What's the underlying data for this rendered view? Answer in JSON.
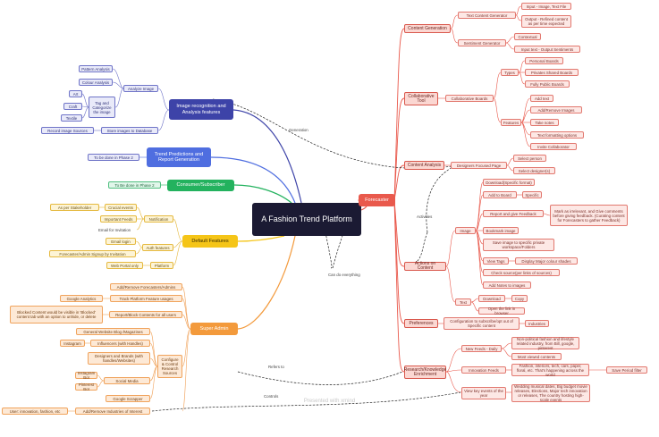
{
  "central": "A Fashion Trend Platform",
  "forecaster": "Forecaster",
  "footer": "Presented with xmind",
  "hubs": {
    "image_recognition": "Image recognition and Analysis features",
    "trend_predictions": "Trend Predictions and Report Generation",
    "consumer": "Consumer/Subscriber",
    "default_features": "Default Features",
    "super_admin": "Super Admin"
  },
  "relations": {
    "generation": "Generation",
    "can_do_everything": "Can do everything",
    "activities": "Activities",
    "refers_to": "Refers to",
    "controls": "Controls"
  },
  "right": {
    "content_generation": "Content Generation",
    "text_content_generator": "Text Content Generator",
    "input_image_text_file": "Input - Image, Text File",
    "output_refined_content": "Output - Refined content as per time expected",
    "sentiment_generator": "Sentiment Generator",
    "contextual": "Contextual",
    "input_text_output_sentiments": "Input text - Output Sentiments",
    "collaborative_tool": "Collaborative Tool",
    "collaborative_boards": "Collaborative Boards",
    "types": "Types",
    "personal_boards": "Personal Boards",
    "privates_shared_boards": "Privates Shared Boards",
    "fully_public_boards": "Fully Public Boards",
    "features": "Features",
    "add_text": "Add text",
    "add_remove_images": "Add/Remove Images",
    "take_notes": "Take notes",
    "text_formatting_options": "Text formatting options",
    "invite_collaborator": "Invite Collaborator",
    "content_analysis": "Content Analysis",
    "designers_focused_page": "Designers Focused Page",
    "select_person": "Select person",
    "select_designers": "Select designer(s)",
    "actions_on_content": "Actions on Content",
    "image": "Image",
    "download_specific_format": "Download(Specific format)",
    "add_to_board": "Add to Board",
    "specific": "Specific",
    "report_and_give_feedback": "Report and give Feedback",
    "mark_irrelevant": "Mark as irrelevant, and Give comments before giving feedback. (Curating content for Forecasters to gather Feedback)",
    "bookmark_image": "Bookmark image",
    "save_image": "Save image to specific private workspace/Folders",
    "view_tags": "View Tags",
    "display_major_colour_shades": "Display Major colour shades",
    "check_source": "Check source(per links of sources)",
    "add_notes_to_images": "Add Notes to images",
    "text": "Text",
    "download": "Download",
    "copy": "Copy",
    "open_link_in_browser": "Open the link in browser",
    "preferences": "Preferences",
    "configuration": "Configuration to subscribe/opt out of Specific content",
    "industries": "Industries",
    "research_knowledge": "Research/Knowledge Enrichment",
    "new_feeds_daily": "New Feeds - Daily",
    "non_political_fashion": "Non-political fashion and lifestyle related industry, from Bill, google, pinterest",
    "most_viewed_contents": "Most viewed contents",
    "innovation_feeds": "Innovation Feeds",
    "fashion_interiors": "Fashion, interiors, tech, cars, paper, floral, etc. That's happening across the world",
    "save_period_filter": "Save Period filter",
    "key_events": "View key events of the year",
    "wedding_musical": "Wedding musical dates, Big budget movie releases, Elections, Major tech innovation or releases, The country hosting high-scale events"
  },
  "left_image": {
    "pattern_analysis": "Pattern Analysis",
    "colour_analysis": "Colour Analysis",
    "analyze_image": "Analyze Image",
    "art": "Art",
    "craft": "Craft",
    "textile": "Textile",
    "tag_and_categorize": "Tag and Categorize the image",
    "record_image_sources": "Record image Sources",
    "store_images": "Store images to Database"
  },
  "left_trend": {
    "phase2_a": "To be done in Phase 2",
    "phase2_b": "To Be done in Phase 2"
  },
  "left_default": {
    "notification": "Notification",
    "as_per_stakeholder": "As per Stakeholder",
    "crucial_events": "Crucial events",
    "important_feeds": "Important Feeds",
    "email_for_invitation": "Email for Invitation",
    "email_login": "Email login",
    "auth_features": "Auth features",
    "forecaster_admin_signup": "Forecaster/Admin Signup by Invitation",
    "web_portal_only": "Web Portal only",
    "platform": "Platform"
  },
  "left_admin": {
    "add_remove_forecasters": "Add/Remove Forecasters/Admins",
    "track_platform_usages": "Track Platform Feature usages",
    "google_analytics": "Google Analytics",
    "report_block_contents": "Report/Block Contents for all users",
    "blocked_content": "Blocked Content would be visible in 'Blocked' content tab with an option to unhide, or delete",
    "general_website_blog": "General Website Blog /Magazines",
    "instagram": "Instagram",
    "influencers": "Influencers (with Handles)",
    "designers_brands": "Designers and Brands (with handles/Websites)",
    "instagram_bot": "Instagram Bot",
    "pinterest_bot": "Pinterest Bot",
    "social_media": "Social Media",
    "configure_control": "Configure & Control Research Sources",
    "google_scrapper": "Google Scrapper",
    "user_innovation": "User: innovation, fashion, etc",
    "add_remove_industries": "Add/Remove Industries of Interest"
  },
  "colors": {
    "red_hub": "#e9594c",
    "blue_hub": "#4b4fb8",
    "purple_hub": "#3d43a8",
    "trend_hub": "#4f6ee0",
    "green_hub": "#23b25e",
    "yellow_hub": "#f5c518",
    "orange_hub": "#f39a3c",
    "central": "#1b1a33"
  }
}
